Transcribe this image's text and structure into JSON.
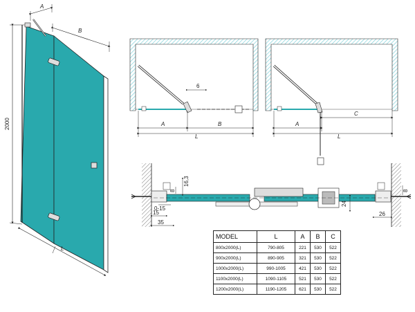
{
  "dims": {
    "height": "2000",
    "A": "A",
    "B": "B",
    "C": "C",
    "L": "L",
    "six": "6",
    "d16_3": "16,3",
    "d8": "8",
    "d0_15": "0-15",
    "d15": "15",
    "d35": "35",
    "d24": "24",
    "d26": "26"
  },
  "table": {
    "headers": [
      "MODEL",
      "L",
      "A",
      "B",
      "C"
    ],
    "rows": [
      [
        "800x2000(L)",
        "790-805",
        "221",
        "530",
        "522"
      ],
      [
        "900x2000(L)",
        "890-905",
        "321",
        "530",
        "522"
      ],
      [
        "1000x2000(L)",
        "990-1005",
        "421",
        "530",
        "522"
      ],
      [
        "1100x2000(L)",
        "1090-1105",
        "521",
        "530",
        "522"
      ],
      [
        "1200x2000(L)",
        "1190-1205",
        "621",
        "530",
        "522"
      ]
    ]
  },
  "colors": {
    "glass": "#29a9ad",
    "wall_hatch": "#7fd0d8",
    "line": "#222222"
  }
}
